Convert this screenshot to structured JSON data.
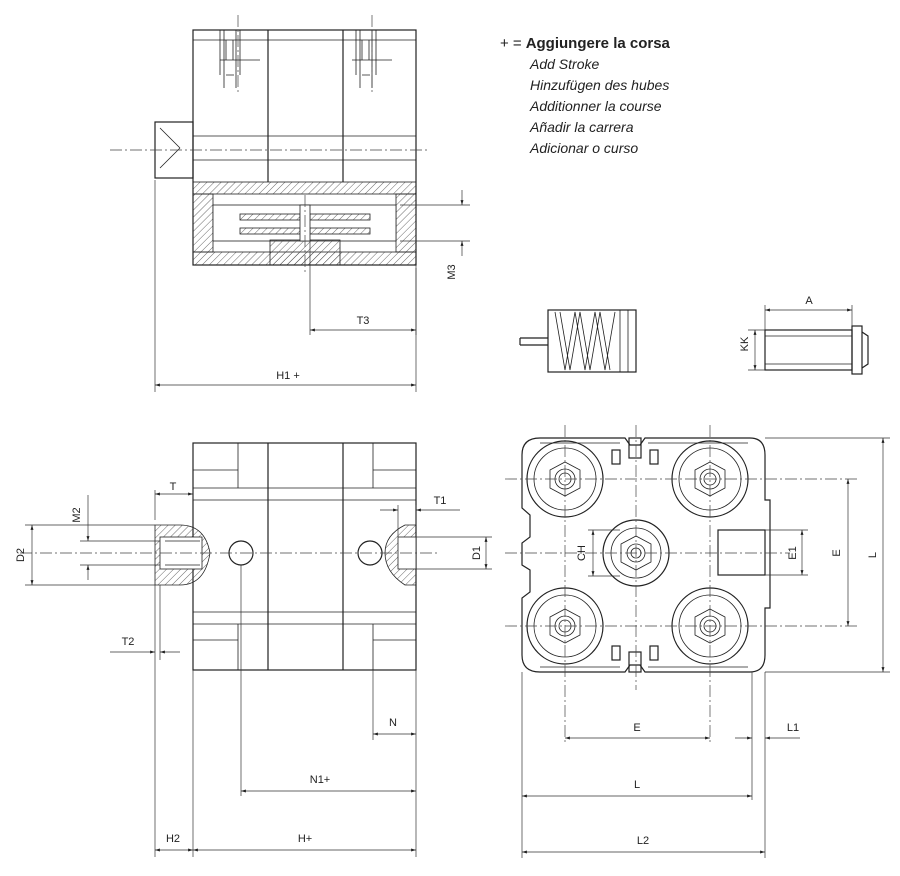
{
  "legend": {
    "symbol": "+ =",
    "main": "Aggiungere la corsa",
    "translations": [
      "Add Stroke",
      "Hinzufügen des hubes",
      "Additionner la course",
      "Añadir la carrera",
      "Adicionar o curso"
    ]
  },
  "dims": {
    "M3": "M3",
    "T3": "T3",
    "H1": "H1 +",
    "A": "A",
    "KK": "KK",
    "M2": "M2",
    "T": "T",
    "T1": "T1",
    "D2": "D2",
    "D1": "D1",
    "T2": "T2",
    "N": "N",
    "N1": "N1+",
    "H2": "H2",
    "H": "H+",
    "CH": "CH",
    "E1": "E1",
    "E_vert": "E",
    "L_vert": "L",
    "E_horiz": "E",
    "L1": "L1",
    "L_horiz": "L",
    "L2": "L2"
  }
}
